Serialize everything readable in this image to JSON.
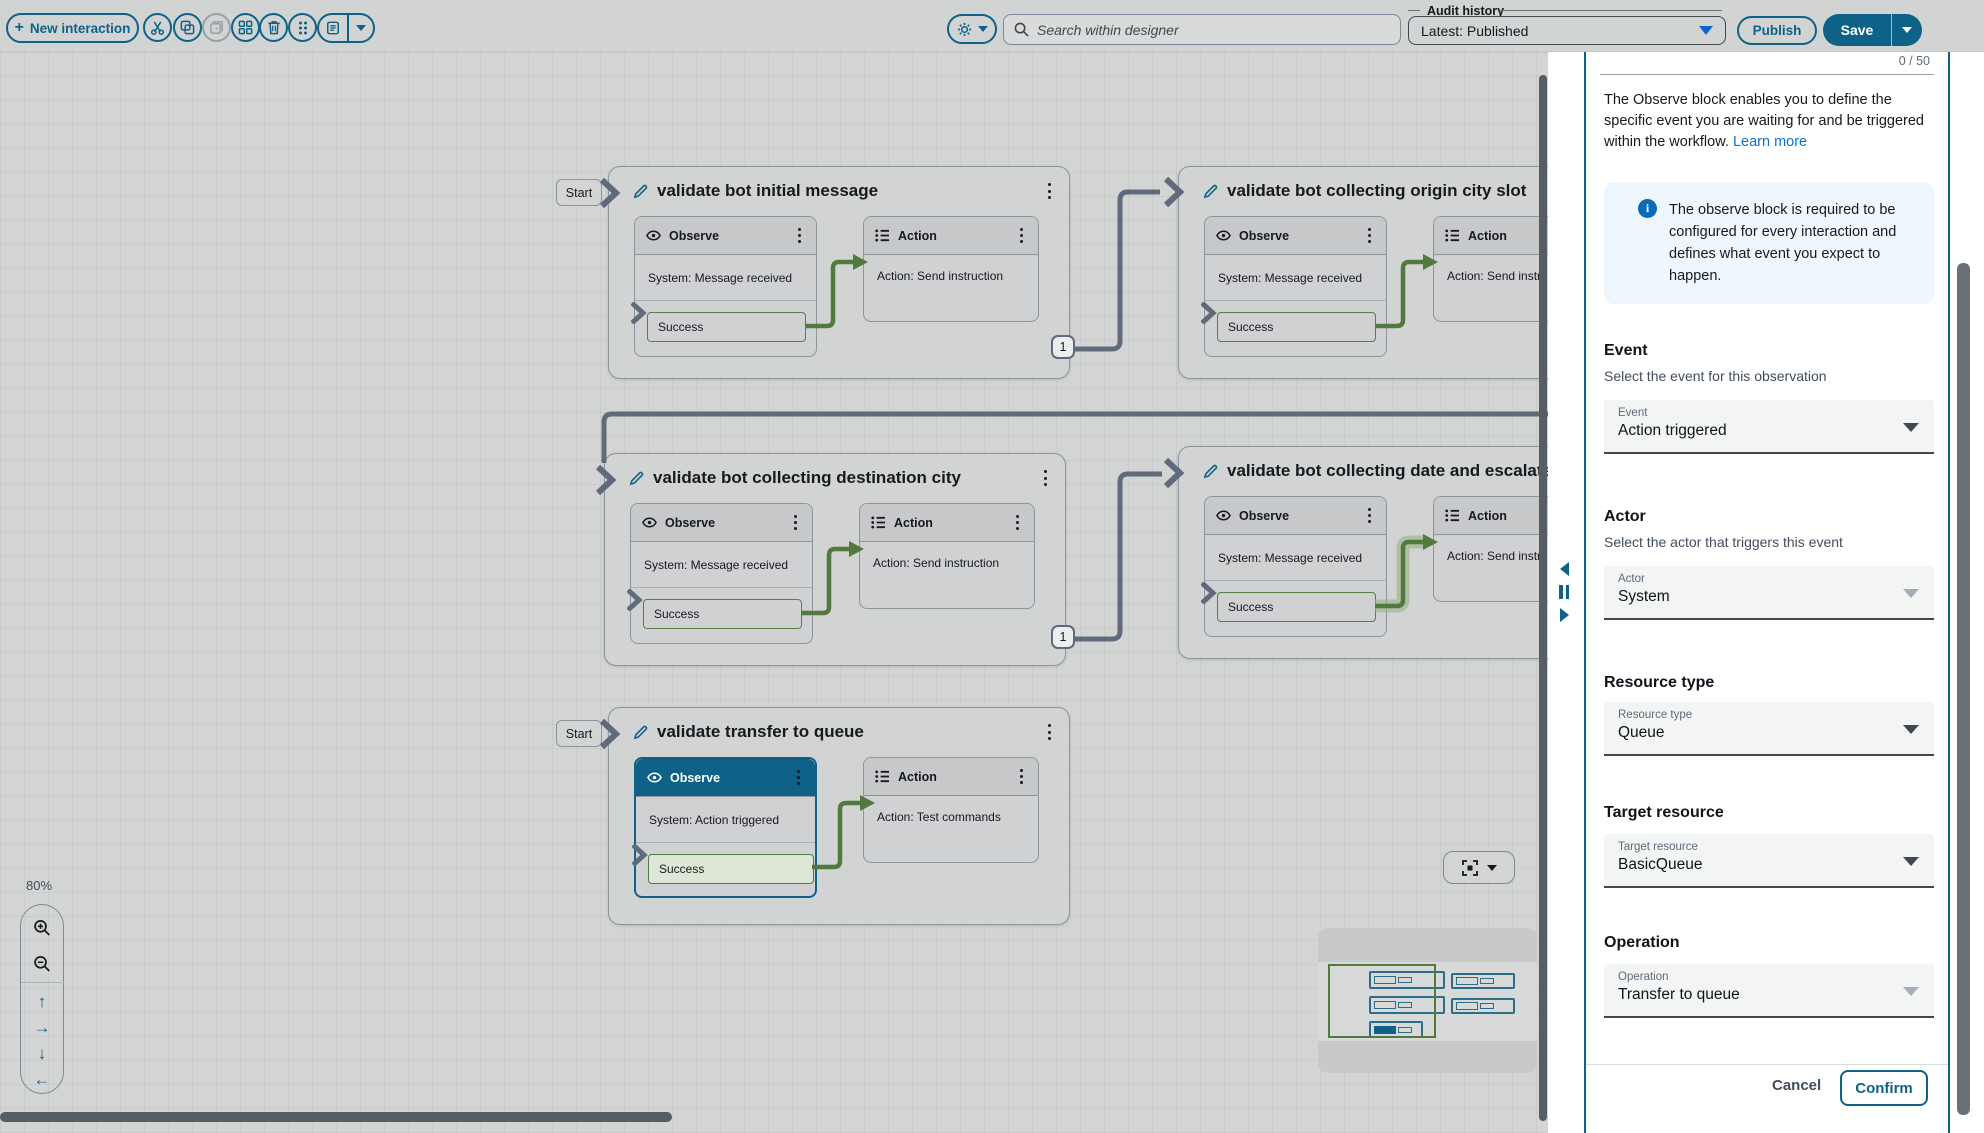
{
  "colors": {
    "accent": "#0f6287",
    "link": "#0972d3",
    "wire_gray": "#5f6b7a",
    "wire_green": "#527a3f",
    "selected_header": "#0f6188",
    "info_bg": "#eef7fd",
    "canvas_bg": "#d3d4d4",
    "panel_bg": "#ffffff",
    "audit_caret": "#0b66d0"
  },
  "toolbar": {
    "new_interaction_label": "New interaction",
    "icon_names": [
      "cut-icon",
      "copy-icon",
      "paste-icon",
      "group-icon",
      "delete-icon",
      "drag-handle-icon",
      "notes-icon",
      "gear-icon",
      "search-icon"
    ],
    "search_placeholder": "Search within designer",
    "audit_history_label": "Audit history",
    "audit_history_value": "Latest: Published",
    "publish_label": "Publish",
    "save_label": "Save"
  },
  "canvas": {
    "zoom_level": "80%",
    "start_label": "Start",
    "badge_1": "1",
    "cards": [
      {
        "title": "validate bot initial message",
        "observe_label": "Observe",
        "observe_event": "System: Message received",
        "observe_outcome": "Success",
        "action_label": "Action",
        "action_text": "Action: Send instruction"
      },
      {
        "title": "validate bot collecting origin city slot",
        "observe_label": "Observe",
        "observe_event": "System: Message received",
        "observe_outcome": "Success",
        "action_label": "Action",
        "action_text": "Action: Send instruction"
      },
      {
        "title": "validate bot collecting destination city",
        "observe_label": "Observe",
        "observe_event": "System: Message received",
        "observe_outcome": "Success",
        "action_label": "Action",
        "action_text": "Action: Send instruction"
      },
      {
        "title": "validate bot collecting date and escalate to",
        "observe_label": "Observe",
        "observe_event": "System: Message received",
        "observe_outcome": "Success",
        "action_label": "Action",
        "action_text": "Action: Send instruction"
      },
      {
        "title": "validate transfer to queue",
        "observe_label": "Observe",
        "observe_event": "System: Action triggered",
        "observe_outcome": "Success",
        "action_label": "Action",
        "action_text": "Action: Test commands"
      }
    ]
  },
  "panel": {
    "counter": "0 / 50",
    "intro": "The Observe block enables you to define the specific event you are waiting for and be triggered within the workflow.",
    "learn_more": "Learn more",
    "info": "The observe block is required to be configured for every interaction and defines what event you expect to happen.",
    "event": {
      "heading": "Event",
      "description": "Select the event for this observation",
      "label": "Event",
      "value": "Action triggered"
    },
    "actor": {
      "heading": "Actor",
      "description": "Select the actor that triggers this event",
      "label": "Actor",
      "value": "System"
    },
    "resource_type": {
      "heading": "Resource type",
      "label": "Resource type",
      "value": "Queue"
    },
    "target_resource": {
      "heading": "Target resource",
      "label": "Target resource",
      "value": "BasicQueue"
    },
    "operation": {
      "heading": "Operation",
      "label": "Operation",
      "value": "Transfer to queue"
    },
    "cancel_label": "Cancel",
    "confirm_label": "Confirm"
  }
}
